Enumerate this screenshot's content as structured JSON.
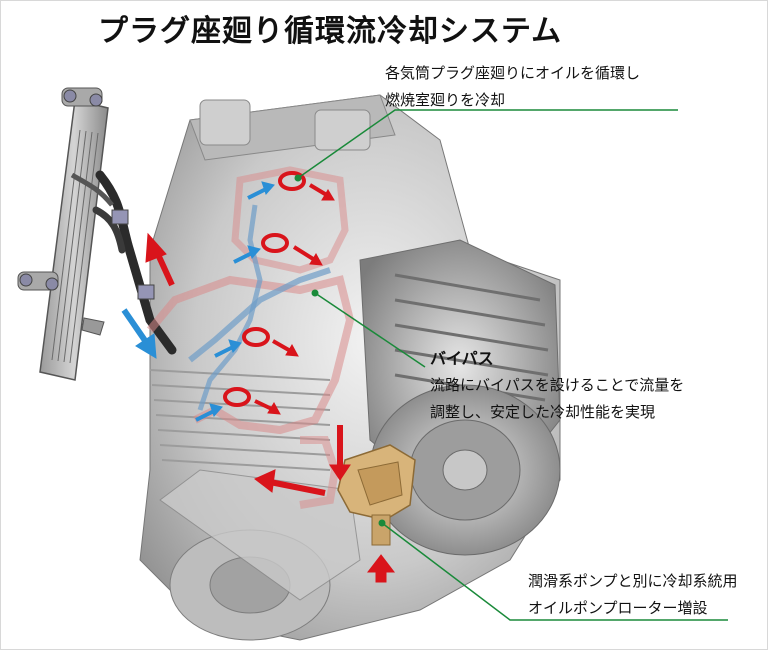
{
  "title": "プラグ座廻り循環流冷却システム",
  "callouts": {
    "plug_seat": {
      "line1": "各気筒プラグ座廻りにオイルを循環し",
      "line2": "燃焼室廻りを冷却"
    },
    "bypass": {
      "heading": "バイパス",
      "line1": "流路にバイパスを設けることで流量を",
      "line2": "調整し、安定した冷却性能を実現"
    },
    "pump": {
      "line1": "潤滑系ポンプと別に冷却系統用",
      "line2": "オイルポンプローター増設"
    }
  },
  "colors": {
    "leader_line": "#1a8a3a",
    "hot_oil": "#d9141b",
    "cool_oil": "#2a8fd6",
    "pump": "#d8b47a"
  }
}
